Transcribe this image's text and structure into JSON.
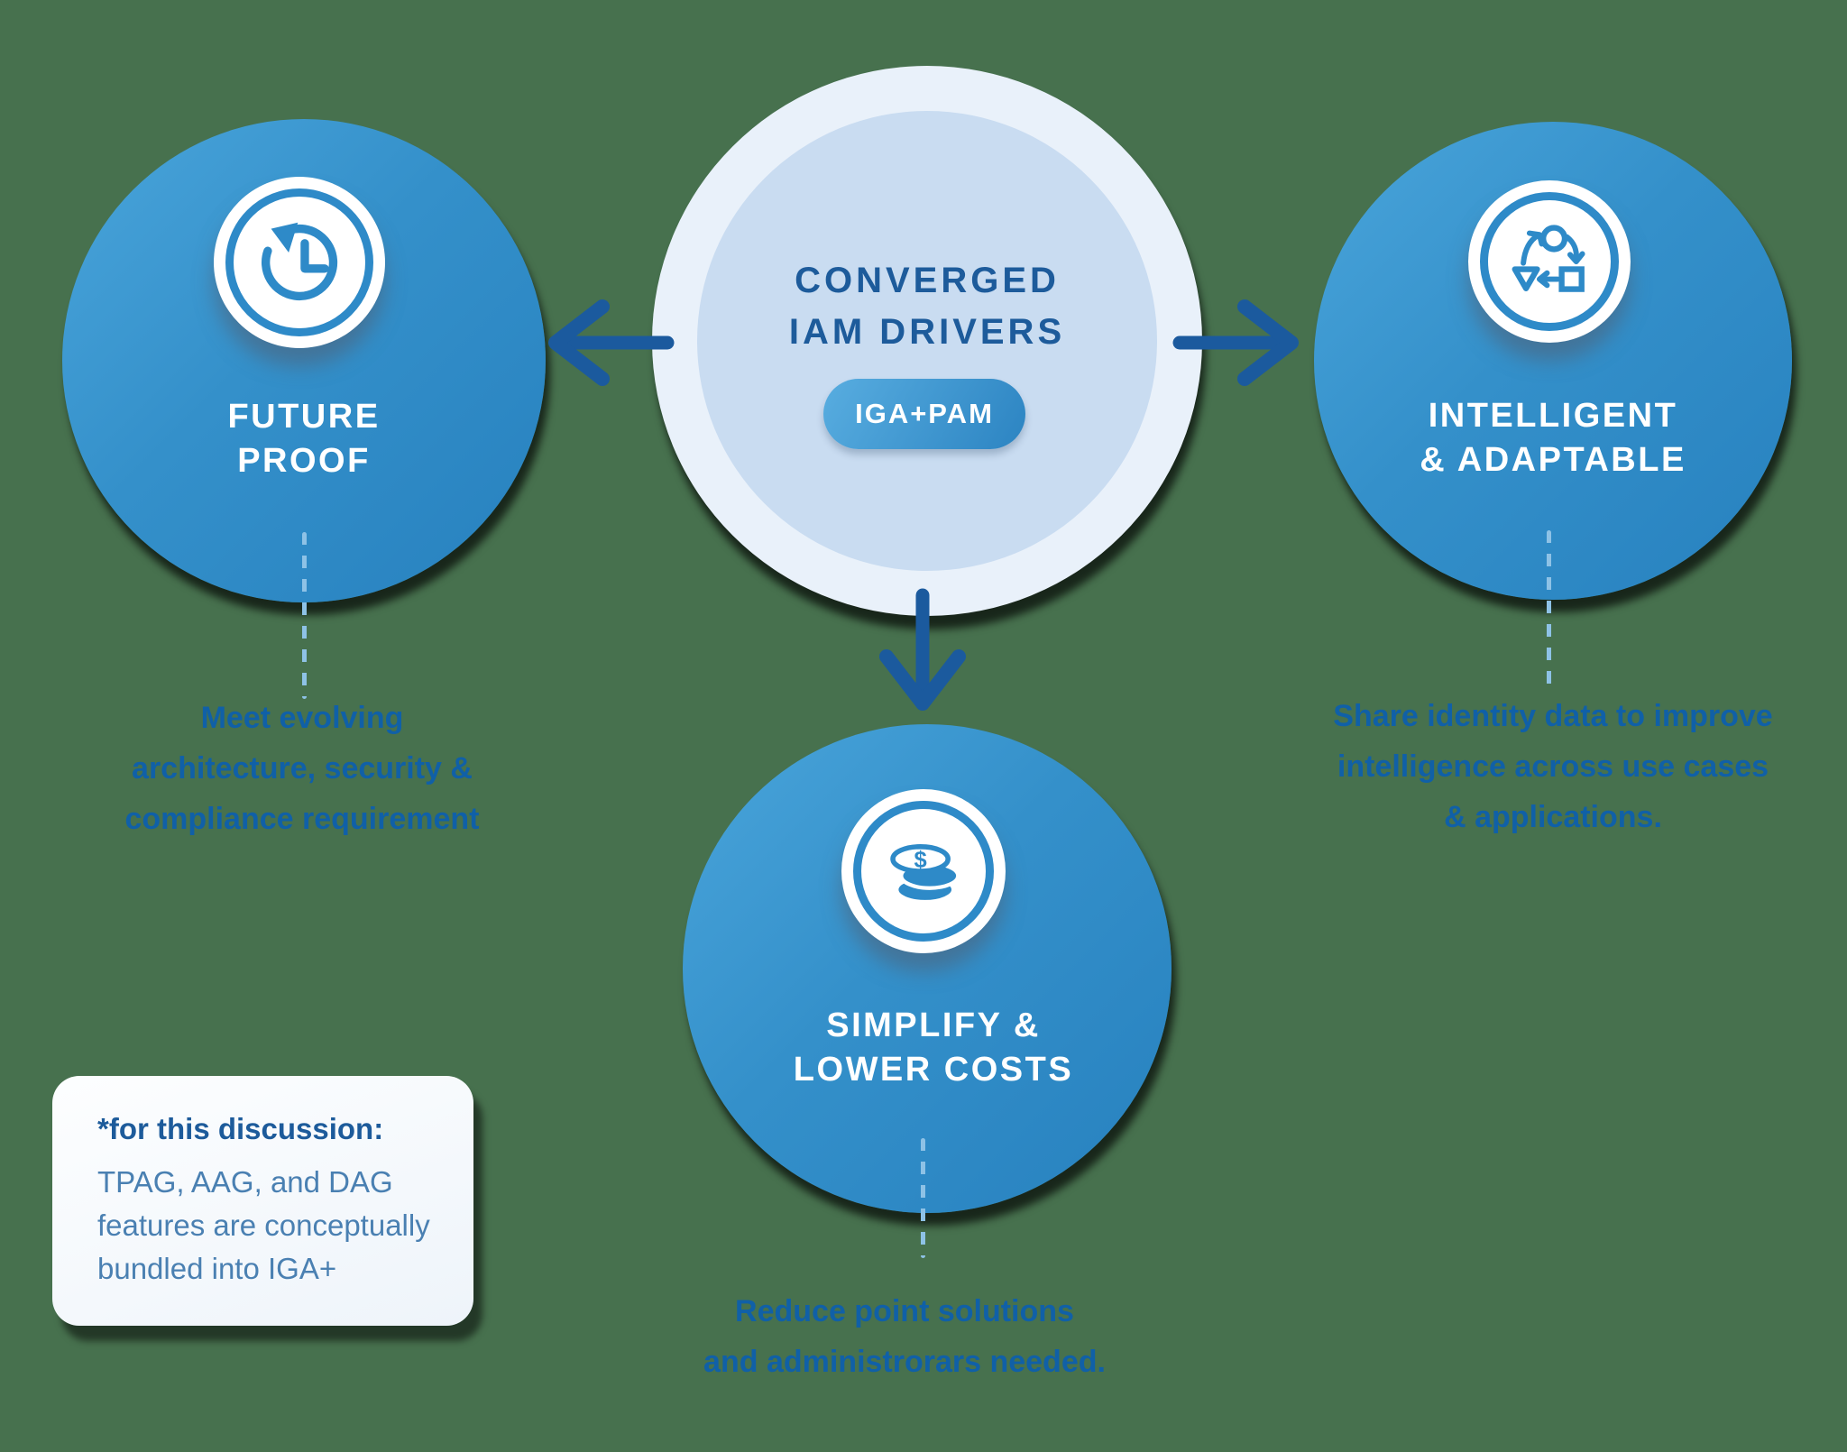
{
  "colors": {
    "background": "#47714e",
    "circle_gradient_light": "#4aa5db",
    "circle_gradient_dark": "#2781bf",
    "center_outer_ring": "#e9f1fa",
    "center_inner_fill": "#c9dcf1",
    "dark_blue_text": "#1d5b9b",
    "description_text": "#1060a7",
    "icon_stroke": "#2e8ac8",
    "arrow": "#1b5a9e",
    "dashed_line": "#8ec2e6",
    "note_body_text": "#4a80b2"
  },
  "center": {
    "title_lines": [
      "CONVERGED",
      "IAM DRIVERS"
    ],
    "pill_label": "IGA+PAM"
  },
  "nodes": {
    "future_proof": {
      "title_lines": [
        "FUTURE",
        "PROOF"
      ],
      "desc_lines": [
        "Meet evolving",
        "architecture, security &",
        "compliance requirement"
      ],
      "icon": "history-clock"
    },
    "intelligent_adaptable": {
      "title_lines": [
        "INTELLIGENT",
        "& ADAPTABLE"
      ],
      "desc_lines": [
        "Share identity data to improve",
        "intelligence across use cases",
        "& applications."
      ],
      "icon": "workflow-cycle"
    },
    "simplify_lower_costs": {
      "title_lines": [
        "SIMPLIFY &",
        "LOWER COSTS"
      ],
      "desc_lines": [
        "Reduce point solutions",
        "and administrorars needed."
      ],
      "icon": "coins"
    }
  },
  "note": {
    "heading": "*for this discussion:",
    "lines": [
      "TPAG, AAG, and DAG",
      "features are conceptually",
      "bundled into IGA+"
    ]
  }
}
